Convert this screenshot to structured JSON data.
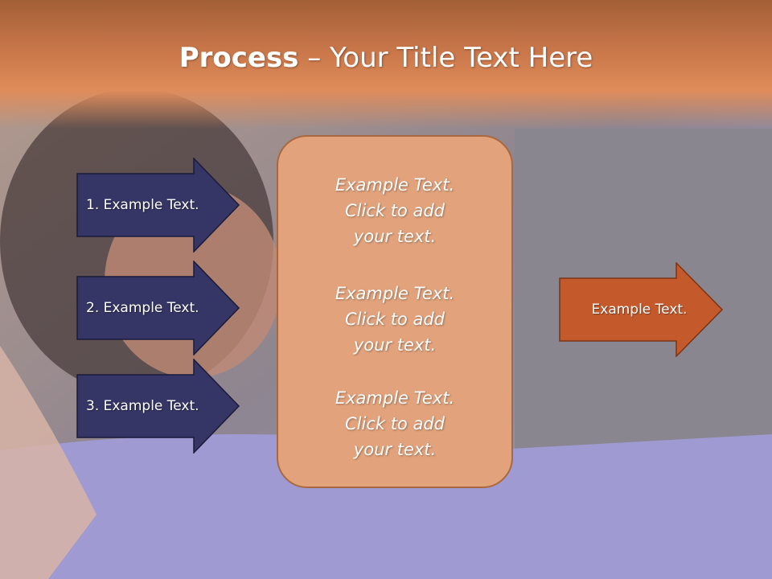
{
  "title": {
    "bold": "Process",
    "rest": " – Your Title Text Here"
  },
  "left_steps": [
    {
      "label": "1. Example Text."
    },
    {
      "label": "2. Example Text."
    },
    {
      "label": "3. Example Text."
    }
  ],
  "center_box": {
    "paragraphs": [
      {
        "line1": "Example Text.",
        "line2": "Click  to add",
        "line3": "your text."
      },
      {
        "line1": "Example Text.",
        "line2": "Click  to add",
        "line3": "your text."
      },
      {
        "line1": "Example Text.",
        "line2": "Click  to add",
        "line3": "your text."
      }
    ]
  },
  "output_arrow": {
    "label": "Example Text."
  },
  "colors": {
    "step_arrow_fill": "#353566",
    "output_arrow_fill": "#c45a2c",
    "center_box_fill": "#e2a37c",
    "title_band": "#c9774a"
  }
}
